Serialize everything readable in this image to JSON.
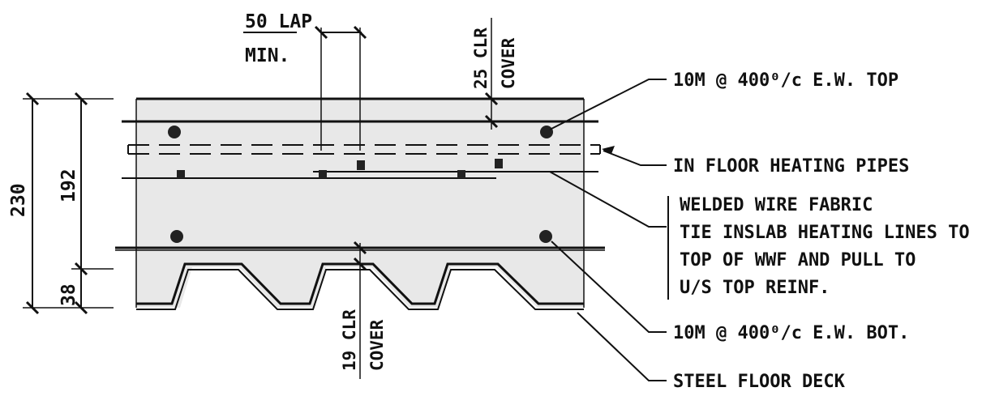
{
  "dimensions": {
    "overall_depth": "230",
    "top_portion": "192",
    "deck_rib": "38",
    "lap_line1": "50 LAP",
    "lap_line2": "MIN.",
    "top_cover_value": "25 CLR",
    "top_cover_label": "COVER",
    "bottom_cover_value": "19 CLR",
    "bottom_cover_label": "COVER"
  },
  "callouts": {
    "top_reinforcement": "10M @ 400⁰/c E.W. TOP",
    "heating_pipes": "IN FLOOR HEATING PIPES",
    "wwf_lines": [
      "WELDED WIRE FABRIC",
      "TIE INSLAB HEATING LINES TO",
      "TOP OF WWF AND PULL TO",
      "U/S TOP REINF."
    ],
    "bottom_reinforcement": "10M @ 400⁰/c E.W. BOT.",
    "deck": "STEEL FLOOR DECK"
  },
  "colors": {
    "ink": "#111111",
    "concrete_fill": "#e8e8e8",
    "paper": "#ffffff"
  }
}
